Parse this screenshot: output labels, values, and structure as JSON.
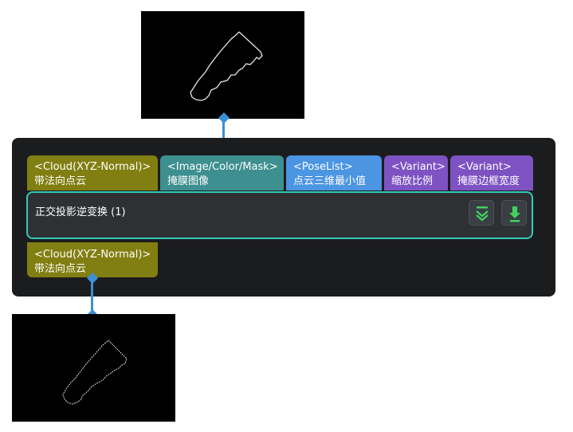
{
  "node": {
    "title": "正交投影逆变换 (1)",
    "inputs": [
      {
        "type": "<Cloud(XYZ-Normal)>",
        "name": "带法向点云",
        "color": "#817f12"
      },
      {
        "type": "<Image/Color/Mask>",
        "name": "掩膜图像",
        "color": "#3e8f8f"
      },
      {
        "type": "<PoseList>",
        "name": "点云三维最小值",
        "color": "#4b95e3"
      },
      {
        "type": "<Variant>",
        "name": "缩放比例",
        "color": "#7e52c3"
      },
      {
        "type": "<Variant>",
        "name": "掩膜边框宽度",
        "color": "#7e52c3"
      }
    ],
    "outputs": [
      {
        "type": "<Cloud(XYZ-Normal)>",
        "name": "带法向点云",
        "color": "#817f12"
      }
    ],
    "buttons": {
      "collapse": "chevrons-down-icon",
      "run": "download-arrow-icon"
    }
  },
  "colors": {
    "node_bg": "#1b1c1e",
    "accent_border": "#35c9b8",
    "connection": "#3a8fd6",
    "preview_bg": "#000000"
  }
}
